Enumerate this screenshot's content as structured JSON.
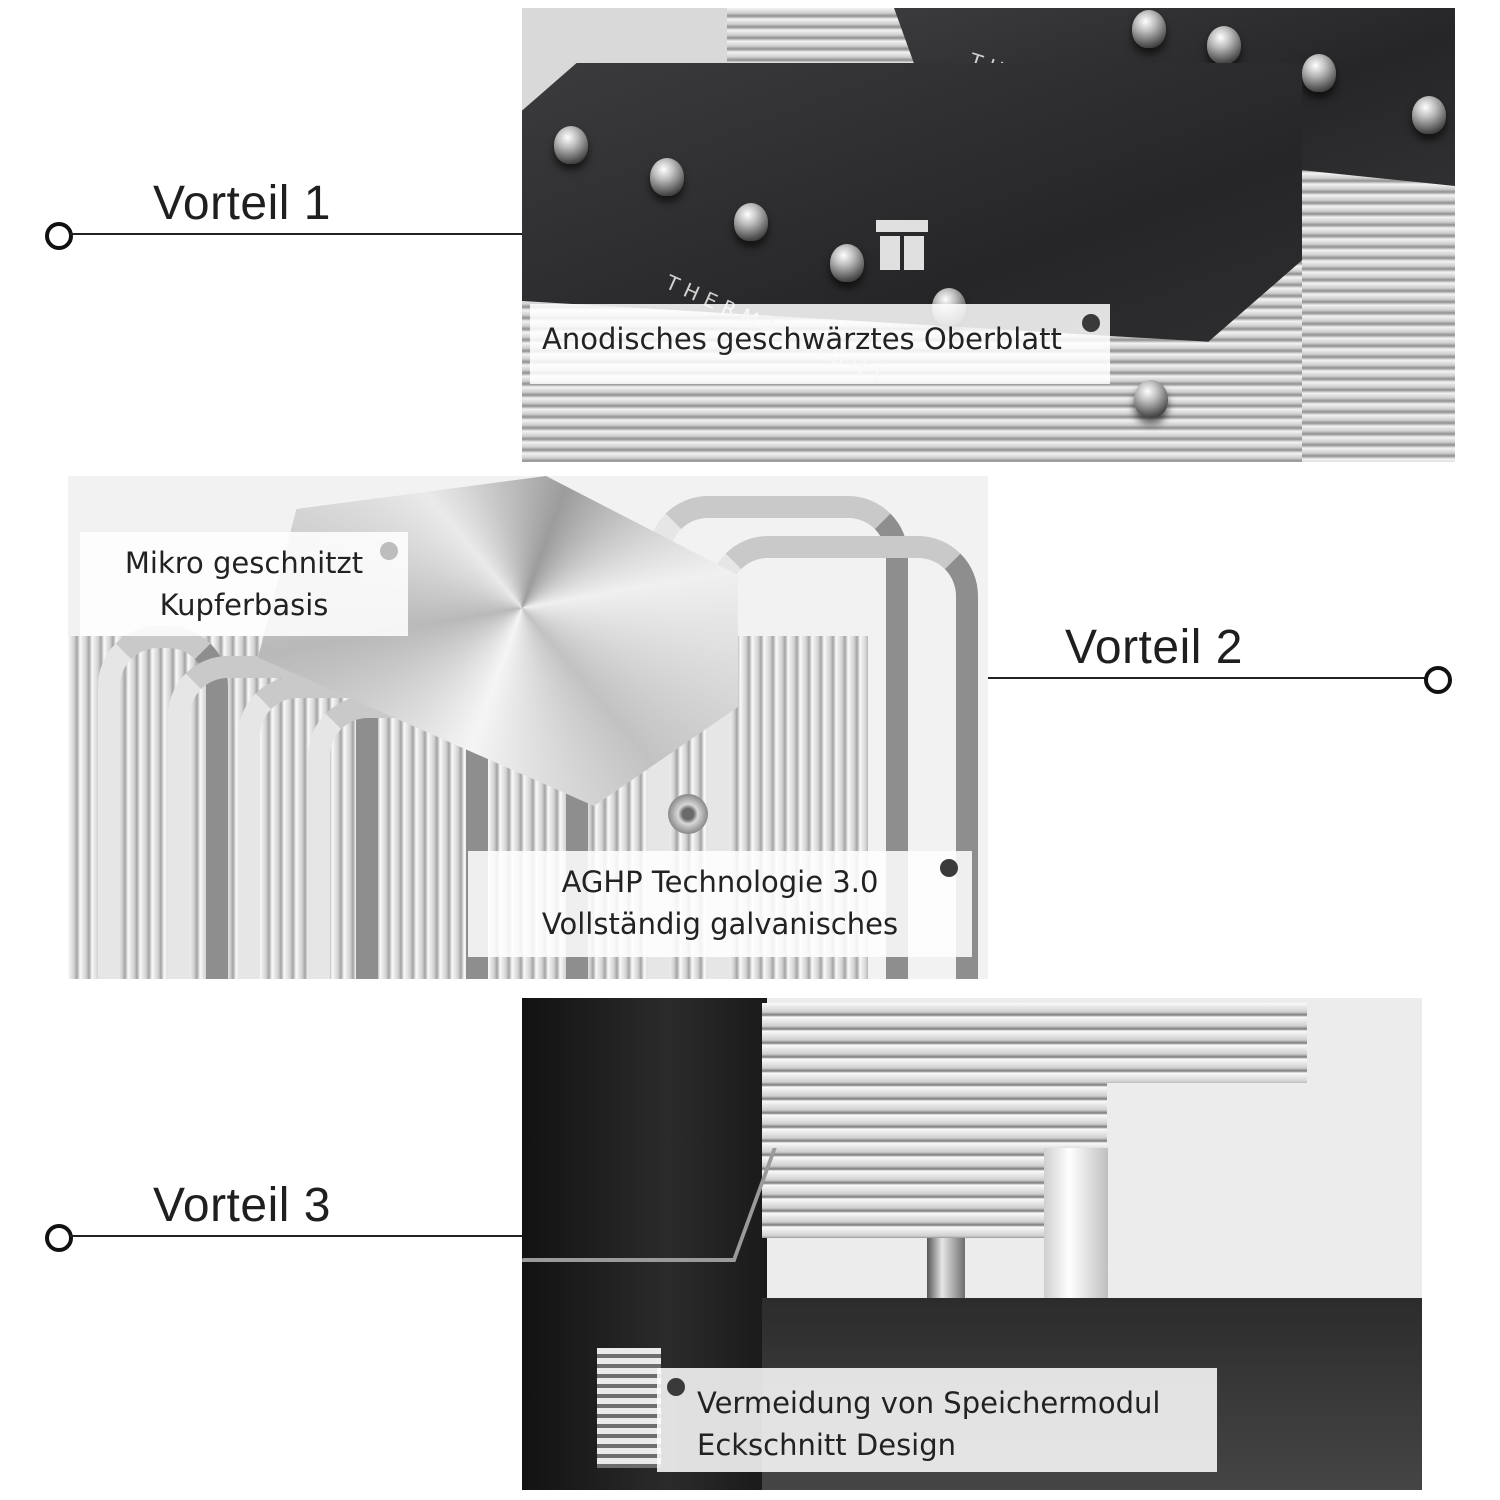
{
  "sections": [
    {
      "heading": "Vorteil 1",
      "caption_lines": [
        "Anodisches geschwärztes Oberblatt"
      ],
      "product_text": [
        "THERMALRIGHT",
        "THERMALRIGHT"
      ]
    },
    {
      "heading": "Vorteil 2",
      "caption_top_lines": [
        "Mikro geschnitzt",
        "Kupferbasis"
      ],
      "caption_bottom_lines": [
        "AGHP Technologie 3.0",
        "Vollständig galvanisches"
      ]
    },
    {
      "heading": "Vorteil 3",
      "caption_lines": [
        "Vermeidung von Speichermodul",
        "Eckschnitt Design"
      ]
    }
  ],
  "colors": {
    "heading_text": "#1f1f1f",
    "line": "#222222",
    "caption_bg": "rgba(255,255,255,0.86)",
    "plate": "#2b2b2d"
  },
  "icons": [
    "ring-marker-icon",
    "caption-dot-icon",
    "thermalright-logo-icon"
  ]
}
